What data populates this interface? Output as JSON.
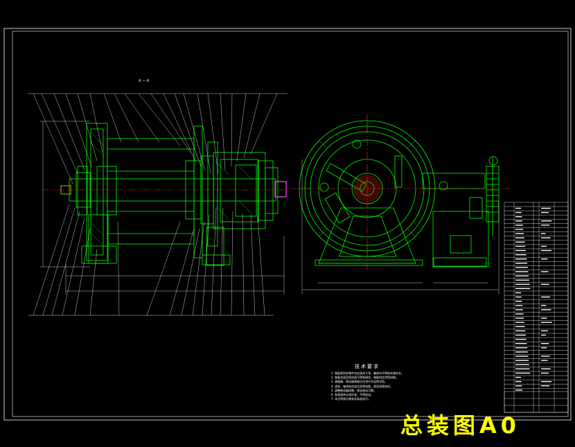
{
  "stamp": {
    "text": "总装图A0",
    "color": "#ffff00"
  },
  "section_mark": "A — A",
  "technical_requirements": {
    "title": "技术要求",
    "items": [
      "1. 装配前所有零件均应清洗干净，箱体内不得有杂物存在。",
      "2. 各配合面及密封面不得有损伤，装配时应涂密封胶。",
      "3. 减速器、制动器装配后应进行空运转试验。",
      "4. 齿轮、轴承处应加注润滑油脂，保证润滑良好。",
      "5. 调整制动器间隙，保证制动可靠。",
      "6. 各紧固件必须拧紧，不得松动。",
      "7. 未注明部分按有关标准执行。"
    ]
  },
  "colors": {
    "background": "#000000",
    "frame": "#ffffff",
    "parts": "#00ff00",
    "centerline": "#ff2020",
    "leaders": "#ffffff",
    "highlight": "#ff44ff",
    "stamp": "#ffff00"
  }
}
